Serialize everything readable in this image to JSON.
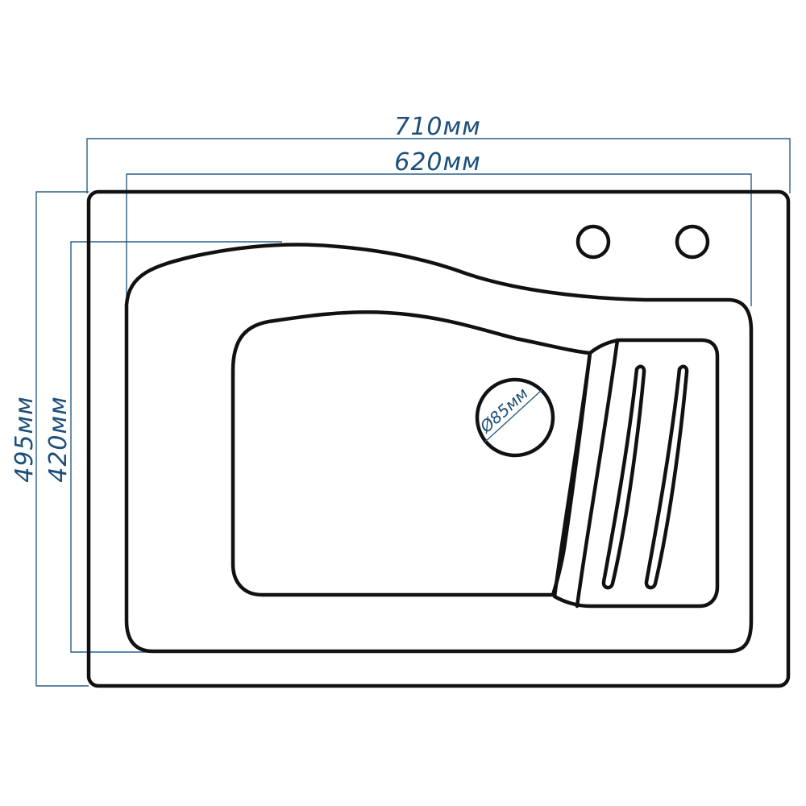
{
  "dimensions": {
    "outer_width": "710мм",
    "inner_width": "620мм",
    "outer_height": "495мм",
    "inner_height": "420мм",
    "drain_diameter": "Ø85мм"
  },
  "colors": {
    "outline": "#111111",
    "dimension": "#1b4f7a",
    "background": "#ffffff"
  }
}
